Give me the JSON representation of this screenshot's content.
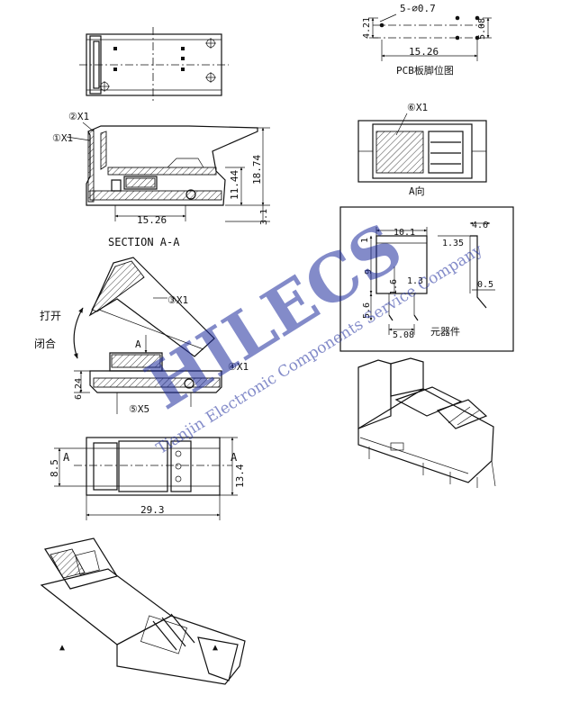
{
  "section_view": {
    "callout_1": "①X1",
    "callout_2": "②X1",
    "dim_width": "15.26",
    "dim_height_inner": "11.44",
    "dim_height_total": "18.74",
    "dim_lead": "3.1",
    "title": "SECTION A-A"
  },
  "open_view": {
    "callout_3": "③X1",
    "callout_4": "④X1",
    "callout_5": "⑤X5",
    "label_open": "打开",
    "label_close": "闭合",
    "section_mark": "A",
    "dim_height": "6.24"
  },
  "top_view": {
    "mark_left": "A",
    "mark_right": "A",
    "dim_inner": "8.5",
    "dim_height": "13.4",
    "dim_length": "29.3"
  },
  "pcb_layout": {
    "dim_holes": "5-⌀0.7",
    "dim_pitch_v": "4.21",
    "dim_pitch_h": "15.26",
    "dim_row": "5.08",
    "caption": "PCB板脚位图"
  },
  "a_view": {
    "callout_6": "⑥X1",
    "caption": "A向"
  },
  "component": {
    "dim_width": "10.1",
    "dim_side": "4.6",
    "dim_thick": "1.35",
    "dim_height": "9",
    "dim_top": "1",
    "dim_pin_len": "1.6",
    "dim_pin_gap": "1.3",
    "dim_lead_len": "5.6",
    "dim_pitch": "5.08",
    "dim_pin": "0.5",
    "caption": "元器件"
  },
  "watermark": {
    "brand": "HILECS",
    "subtitle": "Tianjin Electronic Components Service Company"
  },
  "iso_markers": {
    "marker_left": "▲",
    "marker_right": "▲"
  }
}
